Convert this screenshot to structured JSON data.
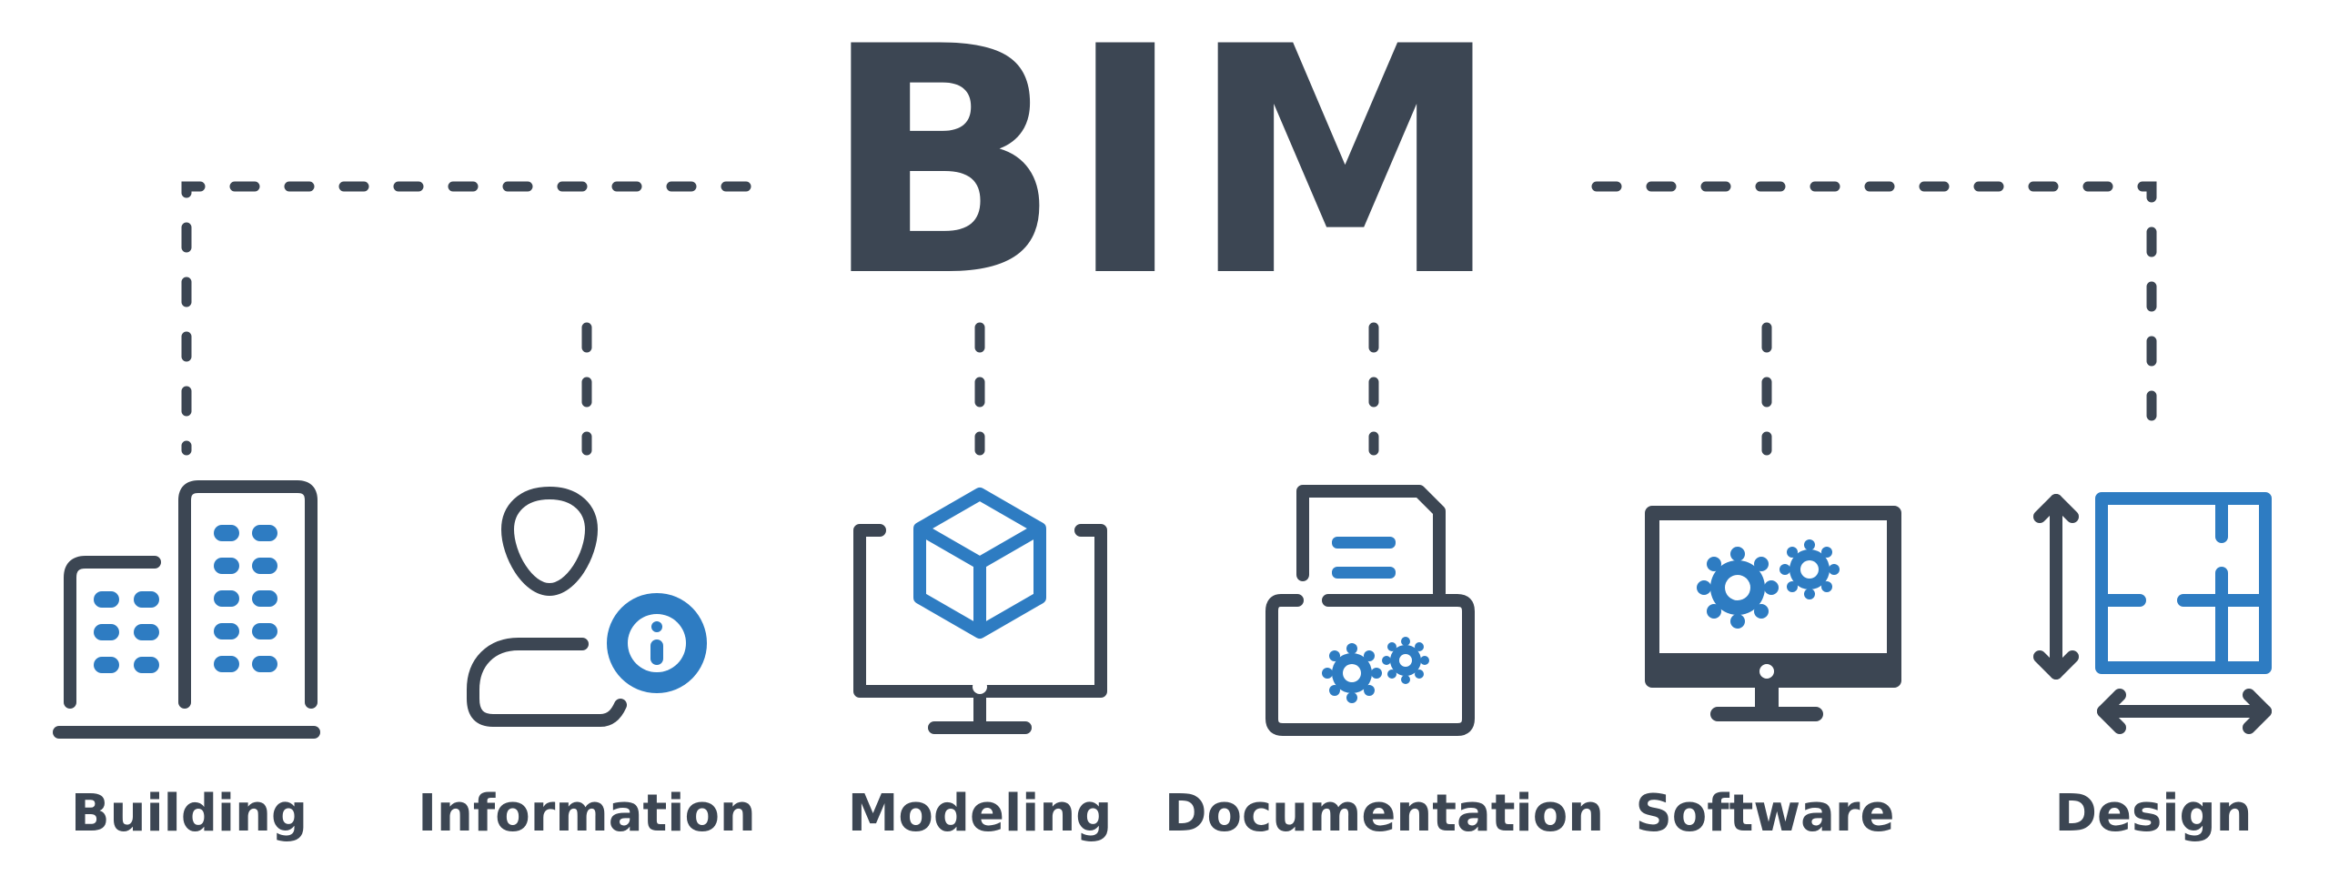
{
  "title": "BIM",
  "colors": {
    "dark": "#3c4653",
    "accent": "#2e7cc2",
    "background": "#ffffff"
  },
  "items": [
    {
      "label": "Building",
      "icon": "building-icon"
    },
    {
      "label": "Information",
      "icon": "person-info-icon"
    },
    {
      "label": "Modeling",
      "icon": "monitor-cube-icon"
    },
    {
      "label": "Documentation",
      "icon": "document-printer-icon"
    },
    {
      "label": "Software",
      "icon": "monitor-gears-icon"
    },
    {
      "label": "Design",
      "icon": "floor-plan-icon"
    }
  ]
}
